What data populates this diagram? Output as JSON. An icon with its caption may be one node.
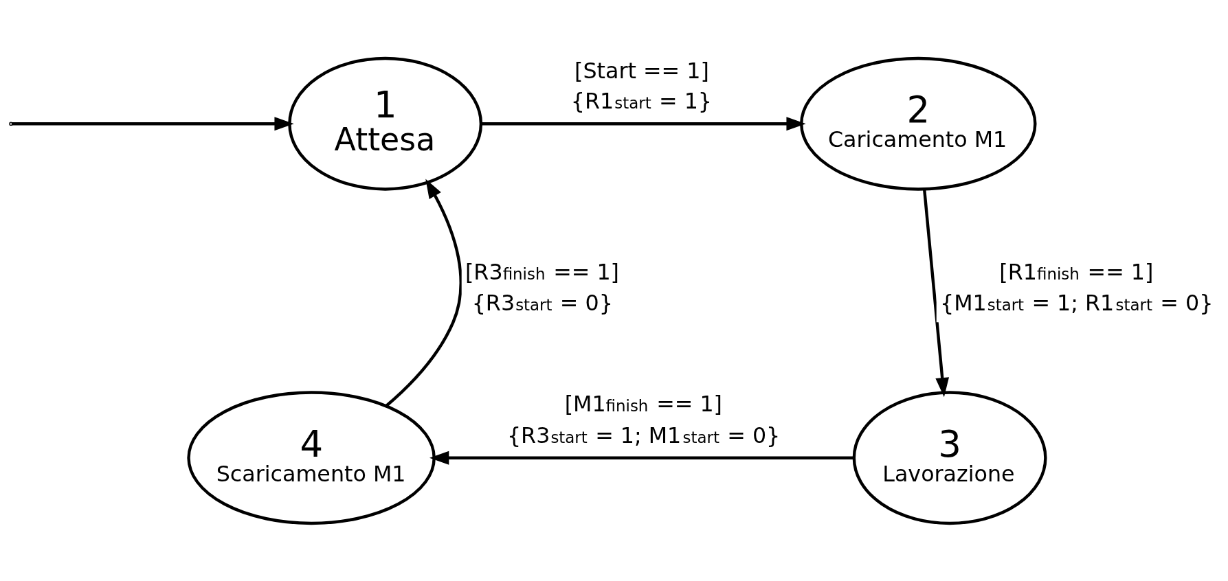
{
  "diagram": {
    "nodes": [
      {
        "text": [
          "1",
          "Attesa"
        ]
      },
      {
        "text": [
          "2",
          "Caricamento M1"
        ]
      },
      {
        "text": [
          "3",
          "Lavorazione"
        ]
      },
      {
        "text": [
          "4",
          "Scaricamento M1"
        ]
      }
    ],
    "edges": [
      {
        "from": null,
        "to": 0,
        "arrow": "to"
      },
      {
        "from": 0,
        "to": 1,
        "arrow": "to",
        "label": "[Start == 1] {R1$_{start}$ = 1}"
      },
      {
        "from": 1,
        "to": 2,
        "arrow": "to",
        "label": "[R1$_{finish}$ == 1] {M1$_{start}$ = 1; R1$_{start}$ = 0}"
      },
      {
        "from": 2,
        "to": 3,
        "arrow": "to",
        "label": "[M1$_{finish}$ == 1] {R3$_{start}$ = 1; M1$_{start}$ = 0}"
      },
      {
        "from": 3,
        "to": 0,
        "arrow": "to",
        "label": "[R3$_{finish}$ == 1] {R3$_{start}$ = 0}"
      }
    ]
  }
}
